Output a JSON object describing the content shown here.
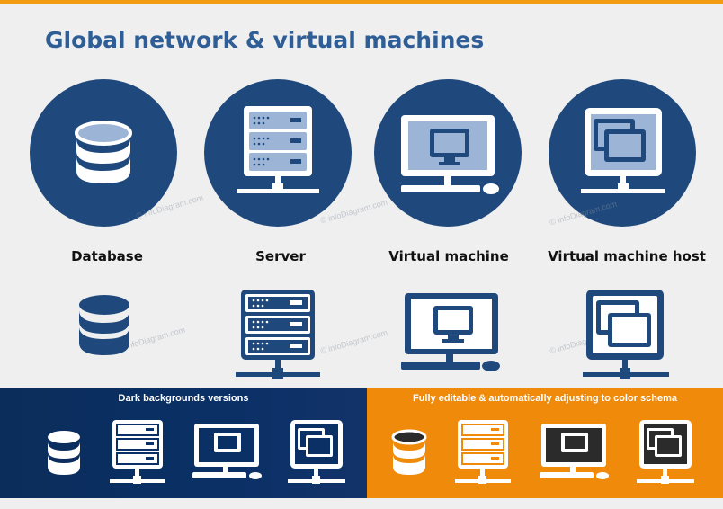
{
  "title": "Global network & virtual machines",
  "watermark": "© infoDiagram.com",
  "icons": [
    {
      "name": "database",
      "label": "Database",
      "icon": "database-icon"
    },
    {
      "name": "server",
      "label": "Server",
      "icon": "server-icon"
    },
    {
      "name": "virtual-machine",
      "label": "Virtual machine",
      "icon": "virtual-machine-icon"
    },
    {
      "name": "virtual-machine-host",
      "label": "Virtual machine host",
      "icon": "virtual-machine-host-icon"
    }
  ],
  "panels": {
    "dark": {
      "title": "Dark backgrounds  versions"
    },
    "orange": {
      "title": "Fully editable & automatically  adjusting to color schema"
    }
  },
  "colors": {
    "accent_bar": "#f39c12",
    "title": "#2e5e95",
    "circle": "#1f497d",
    "icon_light": "#9cb4d6",
    "dark_panel": "#0a3066",
    "orange_panel": "#f08a0b",
    "icon_dark_gray": "#2b2b2b"
  }
}
